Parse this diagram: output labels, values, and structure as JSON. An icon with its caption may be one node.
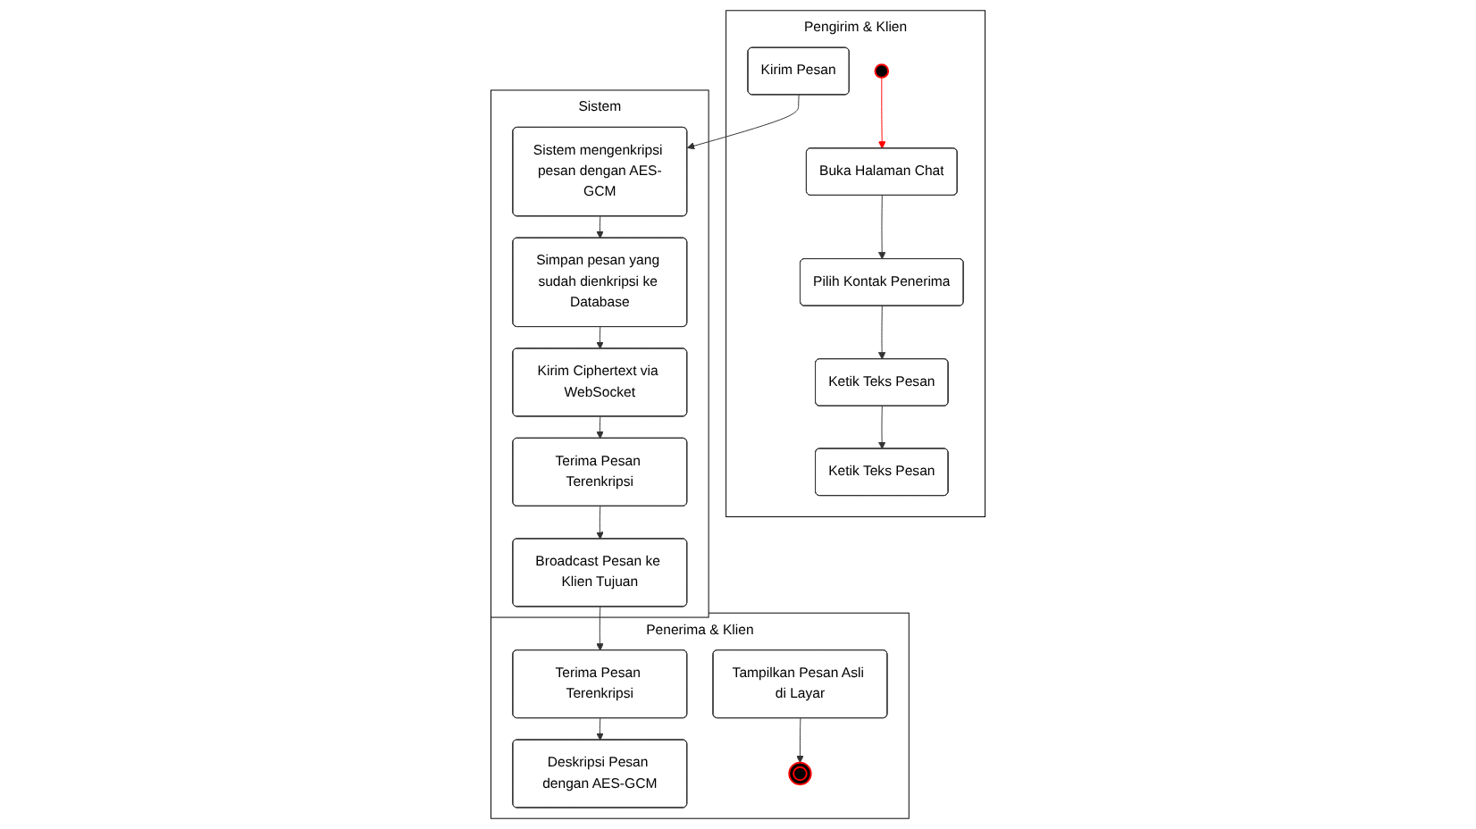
{
  "diagram": {
    "nodes": [
      {
        "text": [
          "Pengirim & Klien"
        ]
      },
      {
        "text": [],
        "shape": "circle",
        "in": 0
      },
      {
        "text": [
          "Buka Halaman Chat"
        ],
        "in": 0
      },
      {
        "text": [
          "Pilih Kontak Penerima"
        ],
        "in": 0
      },
      {
        "text": [
          "Ketik Teks Pesan"
        ],
        "in": 0
      },
      {
        "text": [
          "Ketik Teks Pesan"
        ],
        "in": 0
      },
      {
        "text": [
          "Kirim Pesan"
        ],
        "in": 0
      },
      {
        "text": [
          "Sistem"
        ]
      },
      {
        "text": [
          "Sistem mengenkripsi pesan dengan AES-GCM"
        ],
        "in": 7
      },
      {
        "text": [
          "Simpan pesan yang sudah dienkripsi ke Database"
        ],
        "in": 7
      },
      {
        "text": [
          "Kirim Ciphertext via WebSocket"
        ],
        "in": 7
      },
      {
        "text": [
          "Terima Pesan Terenkripsi"
        ],
        "in": 7
      },
      {
        "text": [
          "Broadcast Pesan ke Klien Tujuan"
        ],
        "in": 7
      },
      {
        "text": [
          "Penerima & Klien"
        ]
      },
      {
        "text": [
          "Terima Pesan Terenkripsi"
        ],
        "in": 13
      },
      {
        "text": [
          "Deskripsi Pesan dengan AES-GCM"
        ],
        "in": 13
      },
      {
        "text": [
          "Tampilkan Pesan Asli di Layar"
        ],
        "in": 13
      },
      {
        "text": [],
        "shape": "circle",
        "in": 13
      }
    ],
    "edges": [
      {
        "from": 1,
        "to": 2,
        "arrow": "to",
        "color": "#ff0000"
      },
      {
        "from": 2,
        "to": 3,
        "arrow": "to"
      },
      {
        "from": 3,
        "to": 4,
        "arrow": "to"
      },
      {
        "from": 4,
        "to": 5,
        "arrow": "to"
      },
      {
        "from": 6,
        "to": 8,
        "arrow": "to"
      },
      {
        "from": 8,
        "to": 9,
        "arrow": "to"
      },
      {
        "from": 9,
        "to": 10,
        "arrow": "to"
      },
      {
        "from": 10,
        "to": 11,
        "arrow": "to"
      },
      {
        "from": 11,
        "to": 12,
        "arrow": "to"
      },
      {
        "from": 12,
        "to": 14,
        "arrow": "to"
      },
      {
        "from": 14,
        "to": 15,
        "arrow": "to"
      },
      {
        "from": 16,
        "to": 17,
        "arrow": "to"
      }
    ]
  }
}
